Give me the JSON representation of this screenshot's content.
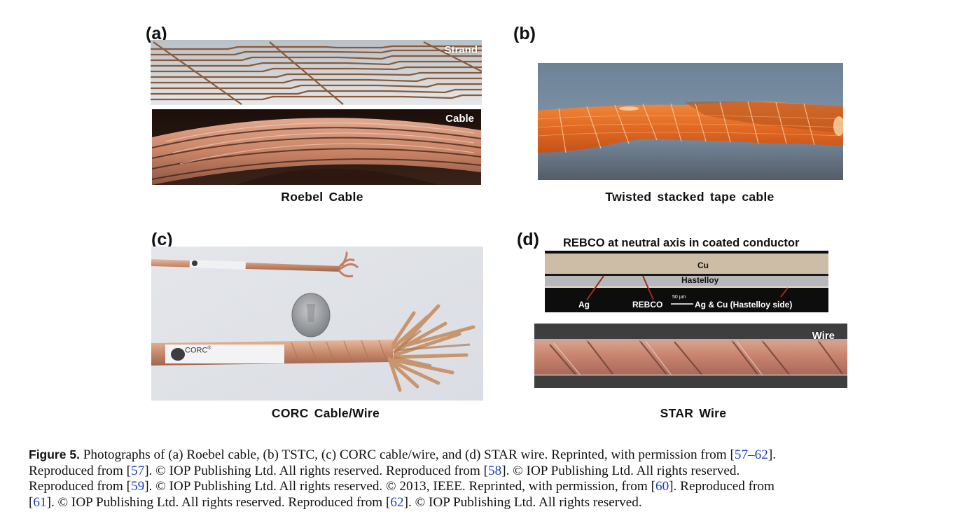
{
  "figure": {
    "panels": [
      {
        "id": "a",
        "letter": "(a)",
        "caption": "Roebel Cable",
        "overlays": {
          "strand": "Strand",
          "cable": "Cable"
        }
      },
      {
        "id": "b",
        "letter": "(b)",
        "caption": "Twisted stacked tape cable"
      },
      {
        "id": "c",
        "letter": "(c)",
        "caption": "CORC Cable/Wire",
        "overlays": {
          "brand_label": "CORC",
          "brand_mark": "®"
        }
      },
      {
        "id": "d",
        "letter": "(d)",
        "caption": "STAR Wire",
        "cross_section_title": "REBCO at neutral axis in coated conductor",
        "cross_section_labels": {
          "cu": "Cu",
          "hastelloy": "Hastelloy",
          "ag": "Ag",
          "rebco": "REBCO",
          "scale_bar": "50 µm",
          "ag_cu": "Ag & Cu (Hastelloy side)"
        },
        "overlays": {
          "wire": "Wire"
        }
      }
    ],
    "caption": {
      "label": "Figure 5.",
      "lines": [
        [
          {
            "t": " Photographs of (a) Roebel cable, (b) TSTC, (c) CORC cable/wire, and (d) STAR wire. Reprinted, with permission from [",
            "ref": false
          },
          {
            "t": "57–62",
            "ref": true
          },
          {
            "t": "].",
            "ref": false
          }
        ],
        [
          {
            "t": "Reproduced from [",
            "ref": false
          },
          {
            "t": "57",
            "ref": true
          },
          {
            "t": "]. © IOP Publishing Ltd. All rights reserved. Reproduced from [",
            "ref": false
          },
          {
            "t": "58",
            "ref": true
          },
          {
            "t": "]. © IOP Publishing Ltd. All rights reserved.",
            "ref": false
          }
        ],
        [
          {
            "t": "Reproduced from [",
            "ref": false
          },
          {
            "t": "59",
            "ref": true
          },
          {
            "t": "]. © IOP Publishing Ltd. All rights reserved. © 2013, IEEE. Reprinted, with permission, from [",
            "ref": false
          },
          {
            "t": "60",
            "ref": true
          },
          {
            "t": "]. Reproduced from",
            "ref": false
          }
        ],
        [
          {
            "t": "[",
            "ref": false
          },
          {
            "t": "61",
            "ref": true
          },
          {
            "t": "]. © IOP Publishing Ltd. All rights reserved. Reproduced from [",
            "ref": false
          },
          {
            "t": "62",
            "ref": true
          },
          {
            "t": "]. © IOP Publishing Ltd. All rights reserved.",
            "ref": false
          }
        ]
      ]
    }
  },
  "colors": {
    "reference_link": "#1a3fb8",
    "copper": "#c9876a",
    "tstc_orange": "#e8742a",
    "tstc_background": "#5f7184"
  }
}
